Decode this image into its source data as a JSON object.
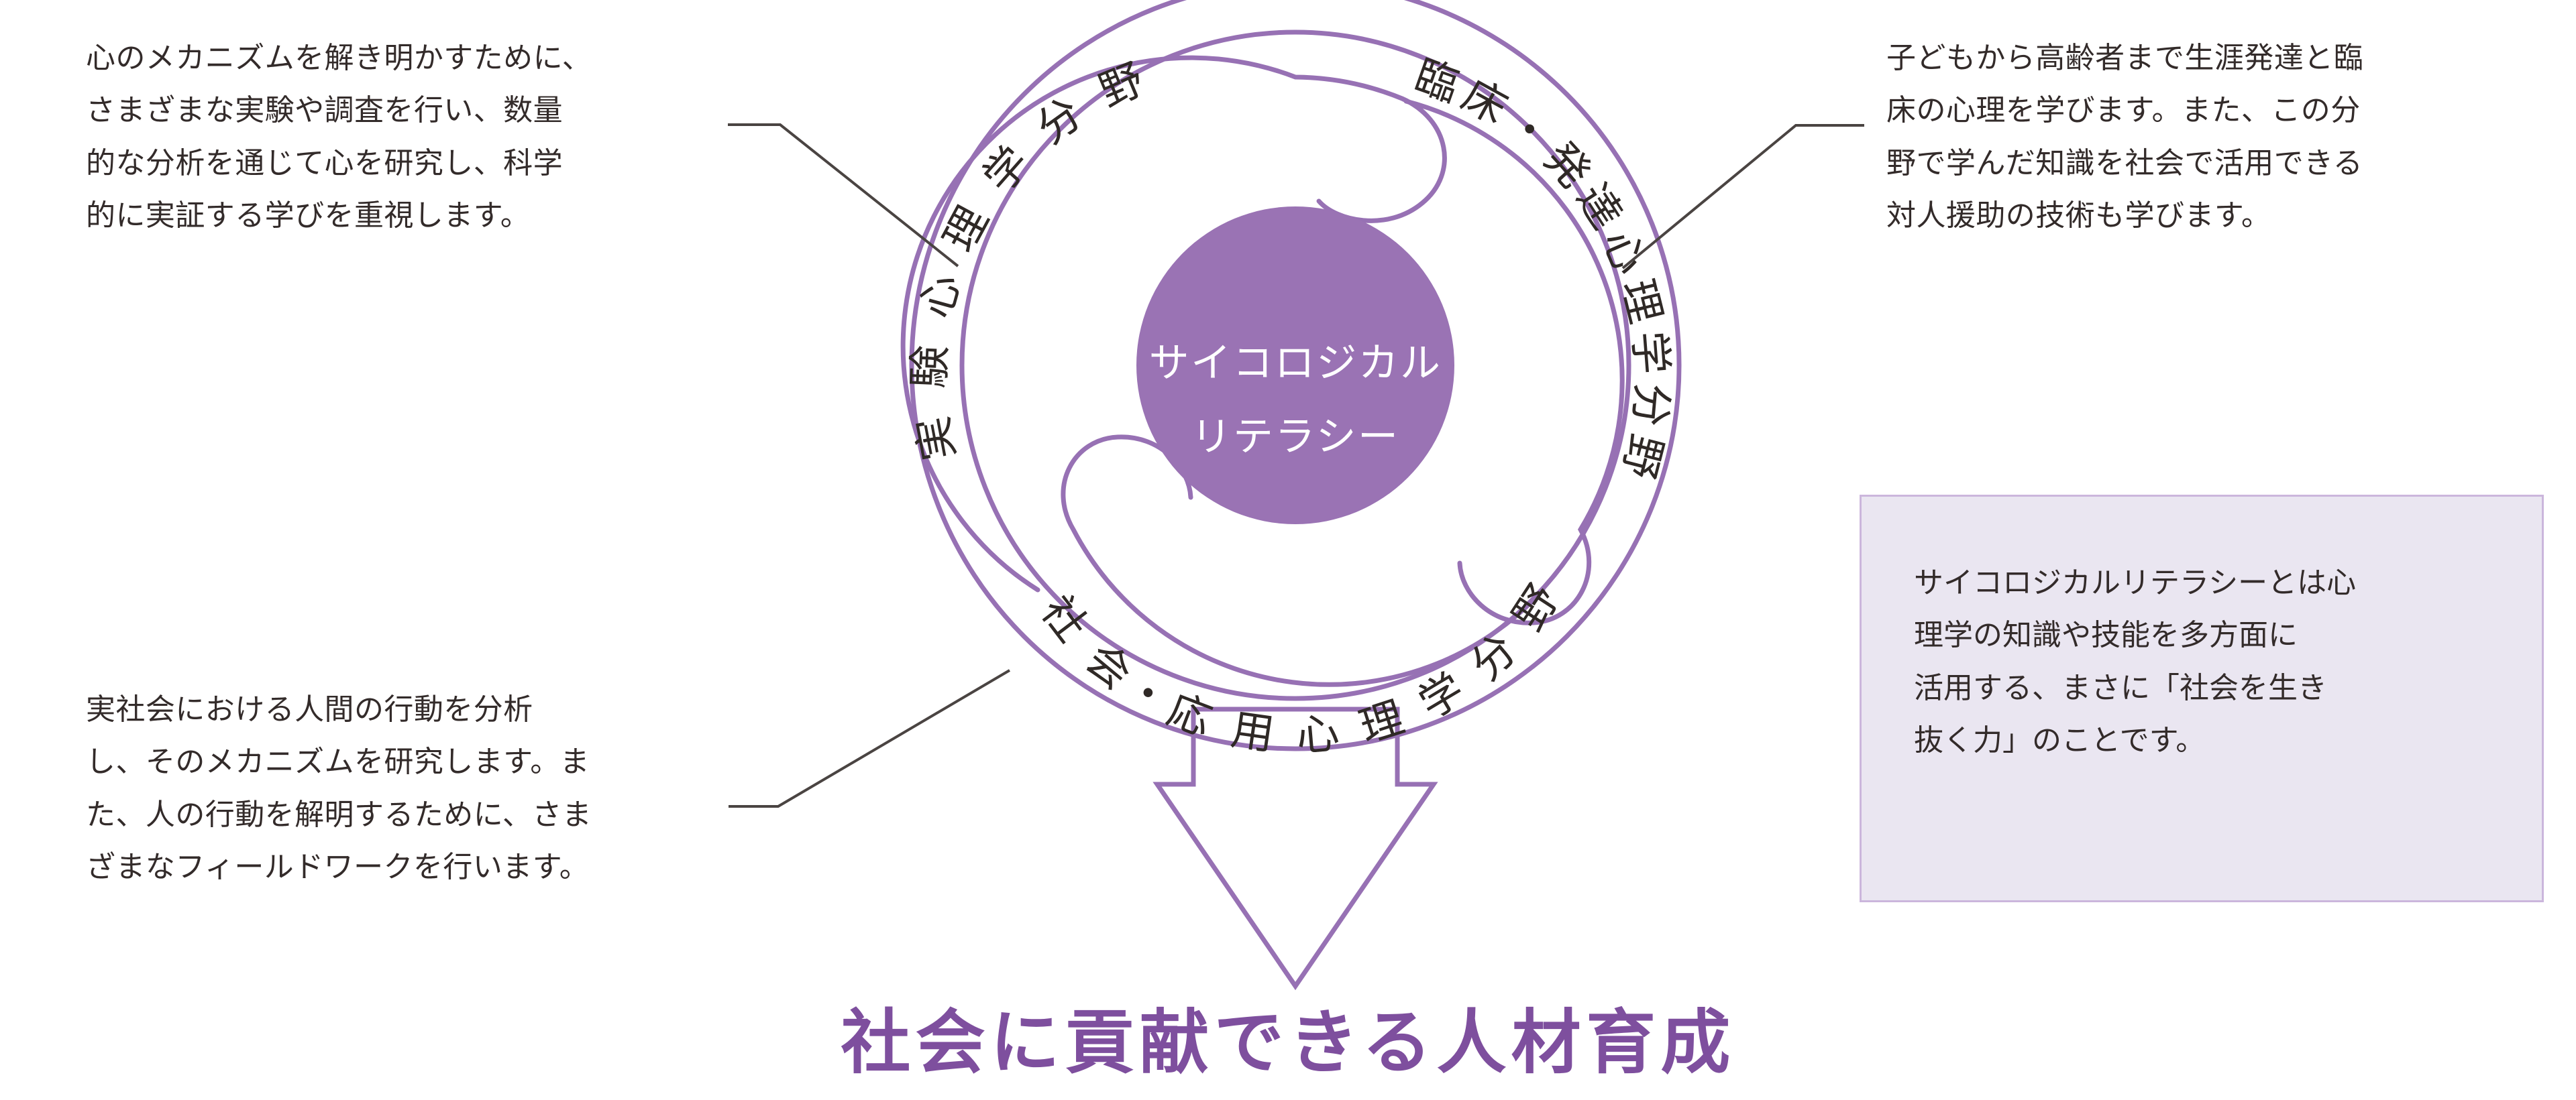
{
  "notes": {
    "experimental": "心のメカニズムを解き明かすために、\nさまざまな実験や調査を行い、数量\n的な分析を通じて心を研究し、科学\n的に実証する学びを重視します。",
    "clinical": "子どもから高齢者まで生涯発達と臨\n床の心理を学びます。また、この分\n野で学んだ知識を社会で活用できる\n対人援助の技術も学びます。",
    "social": "実社会における人間の行動を分析\nし、そのメカニズムを研究します。ま\nた、人の行動を解明するために、さま\nざまなフィールドワークを行います。"
  },
  "definition_box": {
    "text": "サイコロジカルリテラシーとは心\n理学の知識や技能を多方面に\n活用する、まさに「社会を生き\n抜く力」のことです。"
  },
  "center": {
    "line1": "サイコロジカル",
    "line2": "リテラシー"
  },
  "fields": {
    "experimental": "実 験 心 理 学 分 野",
    "clinical": "臨床・発達心理学分野",
    "social": "社 会・応 用 心 理 学 分 野"
  },
  "bottom_heading": "社会に貢献できる人材育成",
  "colors": {
    "purple_stroke": "#9771b4",
    "purple_fill": "#9a73b4",
    "heading_purple": "#7e4f9e",
    "box_background": "#eae6f1",
    "box_border": "#cbb6dc",
    "body_text": "#332b2a",
    "leader_line": "#4a4442",
    "page_background": "#ffffff"
  }
}
